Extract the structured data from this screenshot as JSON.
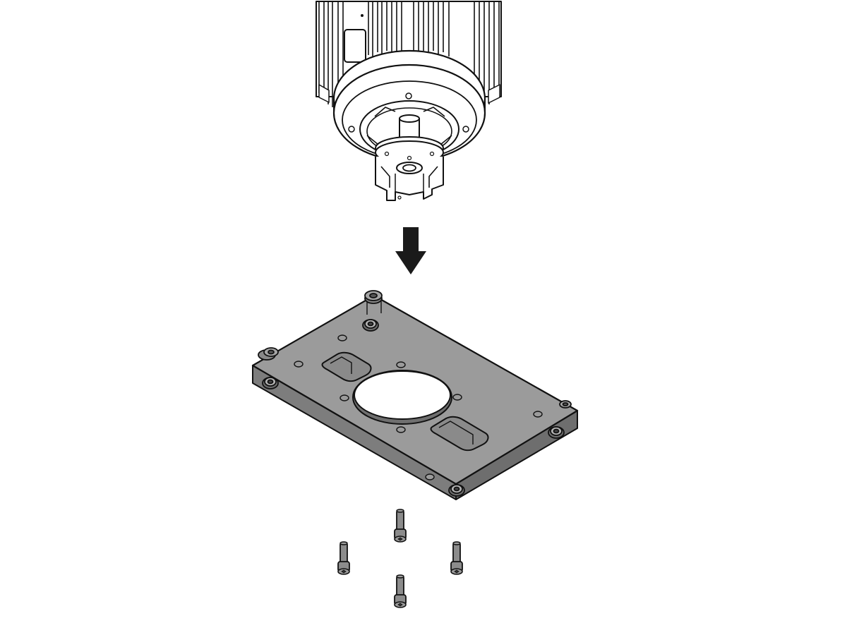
{
  "diagram": {
    "steps": [
      {
        "part": "motor-spindle",
        "action": "lower-onto"
      },
      {
        "part": "mounting-plate",
        "action": "receive"
      },
      {
        "part": "socket-head-screws",
        "action": "fasten-from-below"
      }
    ],
    "screw_count": 4,
    "arrow_direction": "down",
    "colors": {
      "line": "#111111",
      "plate_fill": "#9b9b9b",
      "plate_side": "#7d7d7d",
      "screw_fill": "#8c8c8c",
      "arrow": "#1a1a1a",
      "background": "#ffffff"
    }
  }
}
